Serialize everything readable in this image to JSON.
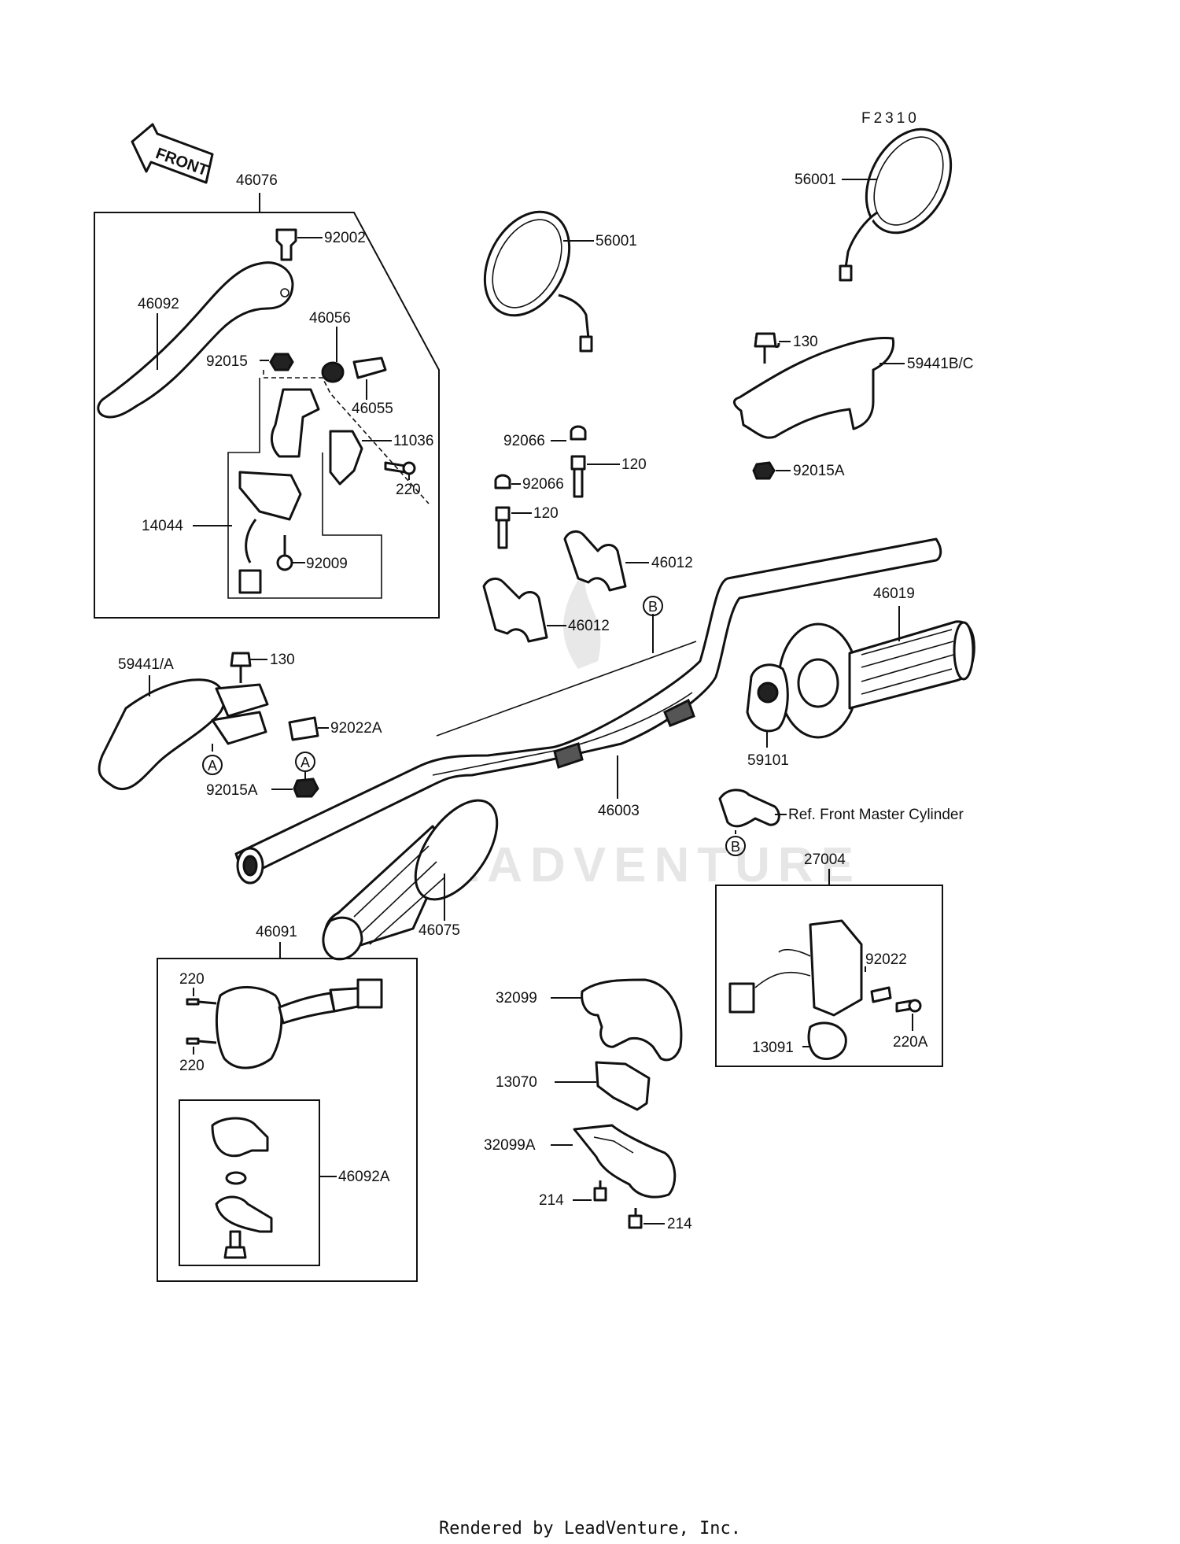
{
  "diagram_code": "F2310",
  "front_label": "FRONT",
  "watermark": "LEADVENTURE",
  "footer": "Rendered by LeadVenture, Inc.",
  "callouts": {
    "c46076": "46076",
    "c92002": "92002",
    "c46092": "46092",
    "c46056": "46056",
    "c92015": "92015",
    "c46055": "46055",
    "c11036": "11036",
    "c220a": "220",
    "c14044": "14044",
    "c92009": "92009",
    "c56001a": "56001",
    "c56001b": "56001",
    "c130a": "130",
    "c59441bc": "59441B/C",
    "c92015a_top": "92015A",
    "c92066a": "92066",
    "c120a": "120",
    "c92066b": "92066",
    "c120b": "120",
    "c46012a": "46012",
    "c46012b": "46012",
    "c46019": "46019",
    "c59441a": "59441/A",
    "c130b": "130",
    "c92022a": "92022A",
    "c92015a": "92015A",
    "c59101": "59101",
    "c46003": "46003",
    "c_ref": "Ref. Front Master Cylinder",
    "c27004": "27004",
    "c46075": "46075",
    "c46091": "46091",
    "c220b": "220",
    "c220c": "220",
    "c32099": "32099",
    "c92022": "92022",
    "c13091": "13091",
    "c220A": "220A",
    "c13070": "13070",
    "c32099A": "32099A",
    "c214a": "214",
    "c214b": "214",
    "c46092A": "46092A"
  },
  "markers": {
    "a1": "A",
    "a2": "A",
    "b1": "B",
    "b2": "B"
  }
}
